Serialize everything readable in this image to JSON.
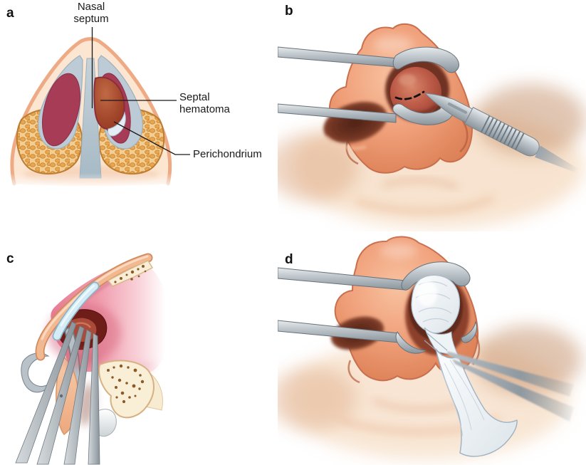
{
  "figure": {
    "background_color": "#ffffff",
    "text_color": "#1a1a1a",
    "panels": {
      "a": {
        "letter": "a",
        "graphic": "nose-coronal-cross-section"
      },
      "b": {
        "letter": "b",
        "graphic": "nostril-speculum-scalpel-incision"
      },
      "c": {
        "letter": "c",
        "graphic": "nose-sagittal-drainage-scissors"
      },
      "d": {
        "letter": "d",
        "graphic": "nostril-gauze-packing-forceps"
      }
    },
    "annotations": {
      "nasal_septum": {
        "text": "Nasal septum"
      },
      "septal_hematoma": {
        "text": "Septal hematoma"
      },
      "perichondrium": {
        "text": "Perichondrium"
      }
    },
    "palette": {
      "skin_outline": "#cf7a52",
      "skin_light": "#fce5d1",
      "skin_mid": "#ee9f7b",
      "mucosa_pink": "#ee8fa3",
      "maroon": "#a63c55",
      "hematoma_red": "#b04c3d",
      "hematoma_dark": "#6f3122",
      "cartilage_gray_blue": "#bccbd5",
      "cartilage_light_blue": "#d3ecf5",
      "fat_orange": "#e9a54f",
      "bone_cream": "#f8eed8",
      "metal_gray": "#a3adb4",
      "gauze_white": "#f5f8fa",
      "incision_dash": "#111111"
    }
  }
}
